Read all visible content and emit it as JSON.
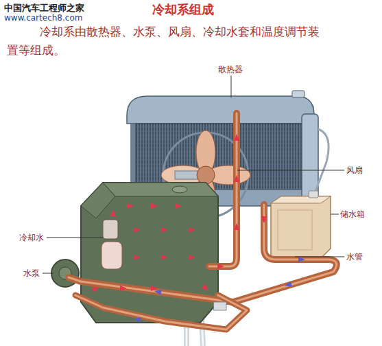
{
  "diagram": {
    "title": "冷却系组成",
    "labels": [
      "中国汽车工程师之家",
      "www.cartech8.com",
      "冷却系由散热器、水泵、风扇、冷却水套和温度调节装置等组成。",
      "散热器",
      "风扇",
      "储水箱",
      "冷却水",
      "水管",
      "水泵"
    ]
  }
}
